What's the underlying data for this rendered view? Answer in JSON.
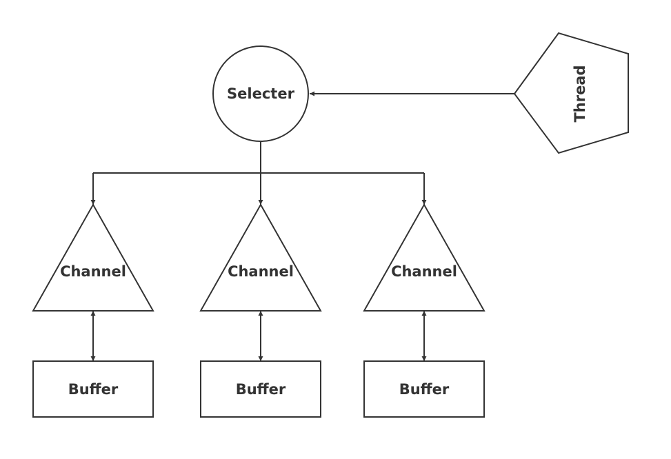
{
  "nodes": {
    "selector": {
      "label": "Selecter"
    },
    "thread": {
      "label": "Thread"
    },
    "channels": [
      {
        "label": "Channel"
      },
      {
        "label": "Channel"
      },
      {
        "label": "Channel"
      }
    ],
    "buffers": [
      {
        "label": "Buffer"
      },
      {
        "label": "Buffer"
      },
      {
        "label": "Buffer"
      }
    ]
  },
  "colors": {
    "stroke": "#333333",
    "fill": "#ffffff",
    "text": "#333333"
  }
}
